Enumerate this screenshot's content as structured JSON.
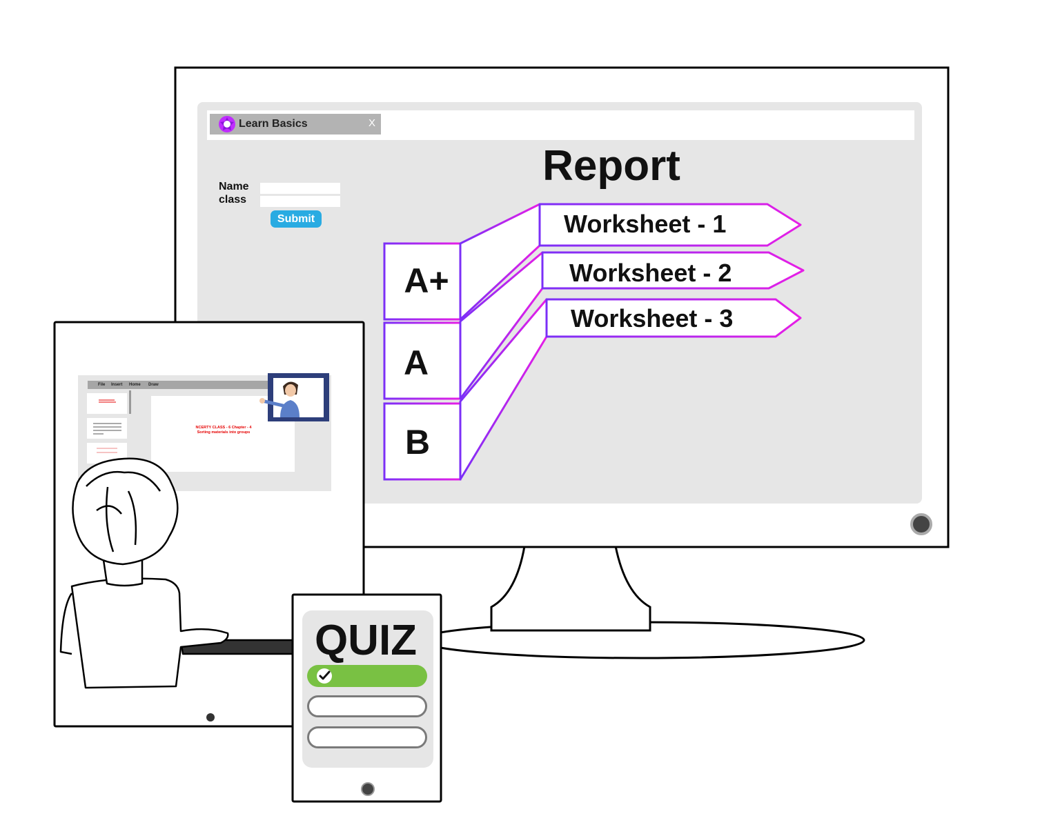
{
  "monitor": {
    "tab": {
      "title": "Learn Basics",
      "close": "X",
      "icon": "flower-logo-icon"
    },
    "form": {
      "name_label": "Name",
      "class_label": "class",
      "name_value": "",
      "class_value": "",
      "submit_label": "Submit"
    },
    "report": {
      "title": "Report",
      "grades": [
        {
          "label": "A+",
          "worksheet": "Worksheet - 1"
        },
        {
          "label": "A",
          "worksheet": "Worksheet - 2"
        },
        {
          "label": "B",
          "worksheet": "Worksheet - 3"
        }
      ]
    }
  },
  "tablet": {
    "menu": [
      "File",
      "Insert",
      "Home",
      "Draw"
    ],
    "slide_text": [
      "NCERTY CLASS - 6 Chapter - 4",
      "Sorting materials into groups"
    ]
  },
  "phone": {
    "title": "QUIZ",
    "options": [
      {
        "checked": true
      },
      {
        "checked": false
      },
      {
        "checked": false
      }
    ]
  },
  "colors": {
    "accent": "#9b30ff",
    "submit": "#29abe2",
    "quiz_check": "#79c143",
    "screen_bg": "#e6e6e6"
  }
}
